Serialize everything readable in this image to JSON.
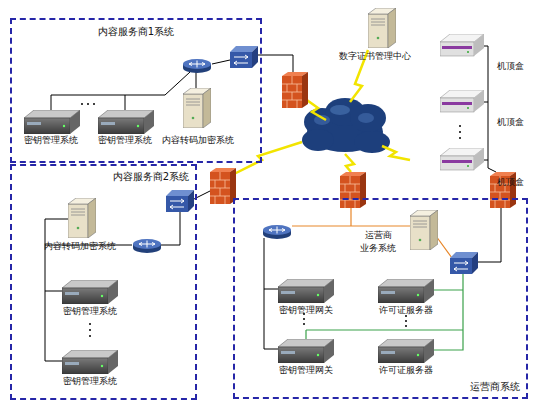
{
  "diagram": {
    "nodes": [
      {
        "text": [
          "内容服务商1系统"
        ]
      },
      {
        "text": [
          "密钥管理系统"
        ],
        "in": 0
      },
      {
        "text": [
          "密钥管理系统"
        ],
        "in": 0
      },
      {
        "text": [
          "内容转码加密系统"
        ],
        "in": 0
      },
      {
        "text": [
          "数字证书管理中心"
        ]
      },
      {
        "text": [
          "机顶盒"
        ]
      },
      {
        "text": [
          "机顶盒"
        ]
      },
      {
        "text": [
          "机顶盒"
        ]
      },
      {
        "text": [
          "内容服务商2系统"
        ]
      },
      {
        "text": [
          "内容转码加密系统"
        ],
        "in": 8
      },
      {
        "text": [
          "密钥管理系统"
        ],
        "in": 8
      },
      {
        "text": [
          "密钥管理系统"
        ],
        "in": 8
      },
      {
        "text": [
          "运营商系统"
        ]
      },
      {
        "text": [
          "运营商 业务系统"
        ],
        "in": 12
      },
      {
        "text": [
          "密钥管理网关"
        ],
        "in": 12
      },
      {
        "text": [
          "许可证服务器"
        ],
        "in": 12
      },
      {
        "text": [
          "密钥管理网关"
        ],
        "in": 12
      },
      {
        "text": [
          "许可证服务器"
        ],
        "in": 12
      }
    ]
  }
}
